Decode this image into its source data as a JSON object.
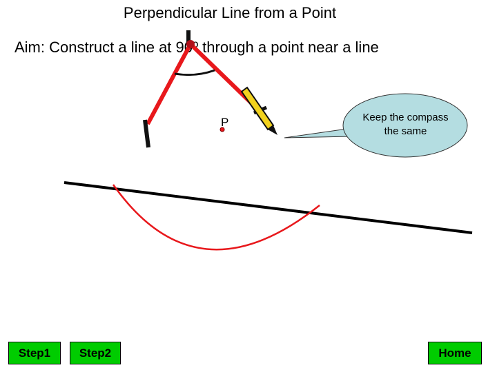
{
  "title": "Perpendicular Line from a Point",
  "aim": "Aim: Construct a line at 90º through a point near a line",
  "point_label": "P",
  "callout": "Keep the compass the same",
  "buttons": {
    "step1": "Step1",
    "step2": "Step2",
    "home": "Home"
  },
  "colors": {
    "accent_red": "#e8181c",
    "button_green": "#00cc00",
    "callout_fill": "#b4dde1",
    "pencil_yellow": "#f2d21e"
  }
}
